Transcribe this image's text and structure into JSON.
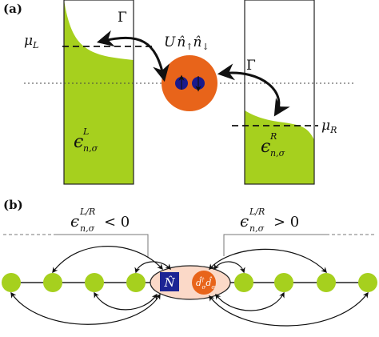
{
  "panel_a": {
    "label": "(a)",
    "mu_L": {
      "main": "μ",
      "sub": "L"
    },
    "mu_R": {
      "main": "μ",
      "sub": "R"
    },
    "eps_L": {
      "main": "ϵ",
      "sup": "L",
      "sub": "n,σ"
    },
    "eps_R": {
      "main": "ϵ",
      "sup": "R",
      "sub": "n,σ"
    },
    "gamma_left": "Γ",
    "gamma_right": "Γ",
    "interaction": {
      "U": "U",
      "n_hat": "n̂",
      "sub_up": "↑",
      "sub_down": "↓"
    },
    "colors": {
      "fill": "#a6d01e",
      "dot": "#e8641a",
      "spin": "#1a1a8c"
    }
  },
  "panel_b": {
    "label": "(b)",
    "eps_neg": {
      "main": "ϵ",
      "sup": "L/R",
      "sub": "n,σ",
      "rel": "< 0"
    },
    "eps_pos": {
      "main": "ϵ",
      "sup": "L/R",
      "sub": "n,σ",
      "rel": "> 0"
    },
    "N_hat": "N̂",
    "d_op": {
      "dagger": "d̂",
      "sup": "†",
      "sub1": "σ",
      "d": "d̂",
      "sub2": "σ"
    },
    "colors": {
      "site": "#a6d01e",
      "ellipse": "#fbd9c8",
      "N_box": "#1c2494",
      "d_circle": "#e8641a"
    }
  }
}
